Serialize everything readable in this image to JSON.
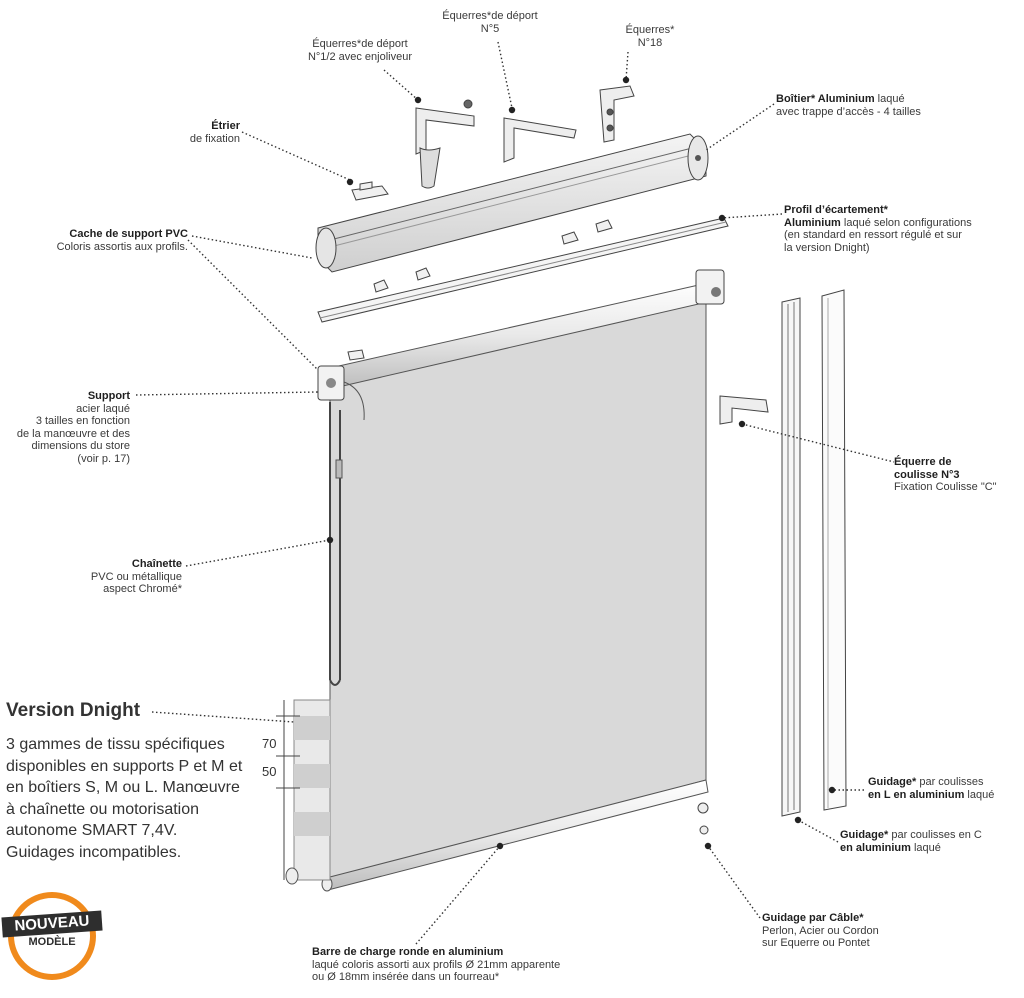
{
  "labels": {
    "equerres_12": {
      "title": "Équerres*de déport",
      "line2": "N°1/2 avec enjoliveur"
    },
    "equerres_5": {
      "title": "Équerres*de déport",
      "line2": "N°5"
    },
    "equerres_18": {
      "title": "Équerres*",
      "line2": "N°18"
    },
    "boitier": {
      "bold": "Boîtier* Aluminium",
      "rest": " laqué",
      "line2": "avec trappe d’accès - 4 tailles"
    },
    "etrier": {
      "bold": "Étrier",
      "line2": "de fixation"
    },
    "cache": {
      "bold": "Cache de support PVC",
      "line2": "Coloris assortis aux profils."
    },
    "profil": {
      "bold": "Profil d’écartement*",
      "line2_bold": "Aluminium",
      "line2_rest": " laqué selon configurations",
      "line3": "(en standard en ressort régulé et sur",
      "line4": "la version Dnight)"
    },
    "support": {
      "bold": "Support",
      "line2": "acier laqué",
      "line3": "3 tailles en fonction",
      "line4": "de la manœuvre et des",
      "line5": "dimensions du store",
      "line6": "(voir p. 17)"
    },
    "equerre_coulisse": {
      "bold1": "Équerre de",
      "bold2": "coulisse N°3",
      "line3": "Fixation Coulisse \"C\""
    },
    "chainette": {
      "bold": "Chaînette",
      "line2": "PVC ou métallique",
      "line3": "aspect Chromé*"
    },
    "guidage_l": {
      "bold1": "Guidage*",
      "rest1": " par coulisses",
      "bold2": "en L en aluminium",
      "rest2": " laqué"
    },
    "guidage_c": {
      "bold1": "Guidage*",
      "rest1": " par coulisses en C",
      "bold2": "en aluminium",
      "rest2": " laqué"
    },
    "guidage_cable": {
      "bold": "Guidage par Câble*",
      "line2": "Perlon, Acier ou Cordon",
      "line3": "sur Equerre ou Pontet"
    },
    "barre": {
      "bold": "Barre de charge ronde en aluminium",
      "line2": "laqué coloris assorti aux profils Ø 21mm apparente",
      "line3": "ou Ø 18mm insérée dans un fourreau*"
    }
  },
  "dnight": {
    "title": "Version Dnight",
    "body": "3 gammes de tissu spécifiques disponibles en supports P et M et en boîtiers S, M ou L. Manœuvre à chaînette ou motorisation autonome SMART 7,4V. Guidages incompatibles.",
    "dim_top": "70",
    "dim_bottom": "50"
  },
  "badge": {
    "top": "NOUVEAU",
    "bottom": "MODÈLE"
  },
  "colors": {
    "accent": "#f08a1c",
    "fabric": "#d9d9d9",
    "metal": "#e8e8e8",
    "line": "#444444"
  }
}
